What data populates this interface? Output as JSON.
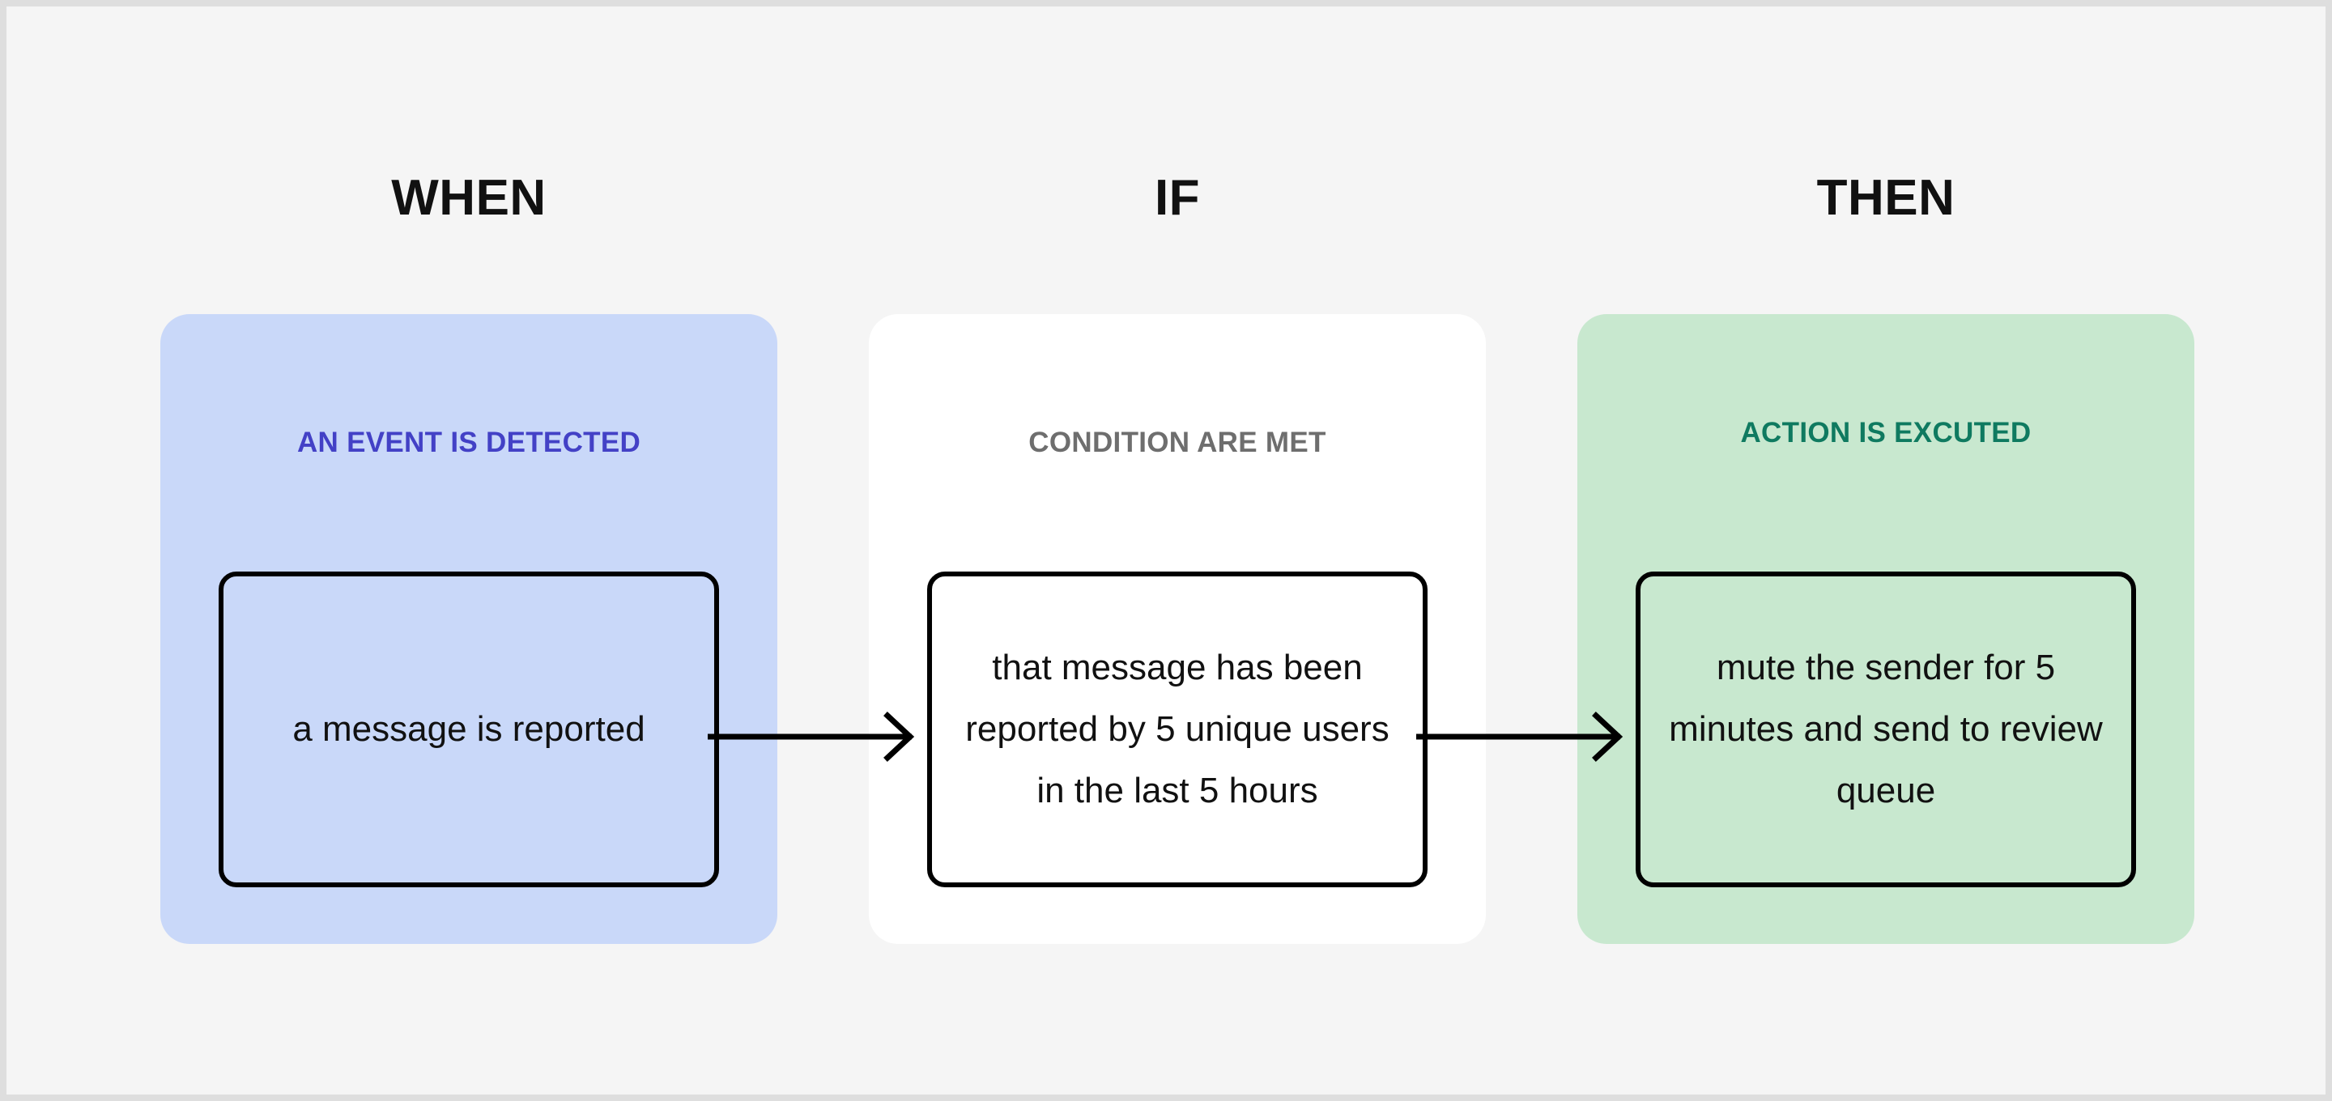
{
  "canvas": {
    "background": "#f5f5f5",
    "frame_color": "#dedede"
  },
  "columns": [
    {
      "id": "when",
      "header": "WHEN",
      "card_color": "#c9d8f9",
      "label": "AN EVENT IS DETECTED",
      "label_color": "#4341c6",
      "box_text": "a message is reported"
    },
    {
      "id": "if",
      "header": "IF",
      "card_color": "#ffffff",
      "label": "CONDITION ARE MET",
      "label_color": "#6e6e6e",
      "box_text": "that message has been reported by 5 unique users in the last 5 hours"
    },
    {
      "id": "then",
      "header": "THEN",
      "card_color": "#c8e8cf",
      "label": "ACTION IS EXCUTED",
      "label_color": "#0f7a60",
      "box_text": "mute the sender for 5 minutes and send to review queue"
    }
  ],
  "connectors": [
    {
      "id": "arrow-when-to-if",
      "from": "when",
      "to": "if",
      "direction": "right",
      "color": "#000000"
    },
    {
      "id": "arrow-if-to-then",
      "from": "if",
      "to": "then",
      "direction": "right",
      "color": "#000000"
    }
  ]
}
